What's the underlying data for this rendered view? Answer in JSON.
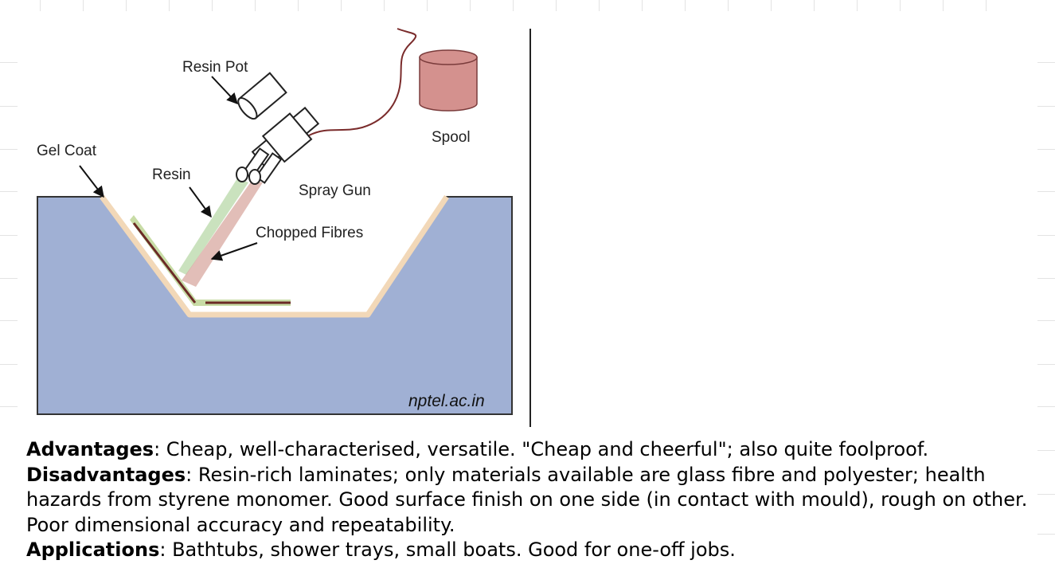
{
  "diagram": {
    "labels": {
      "resin_pot": "Resin Pot",
      "spool": "Spool",
      "gel_coat": "Gel Coat",
      "resin": "Resin",
      "spray_gun": "Spray Gun",
      "chopped_fibres": "Chopped Fibres"
    },
    "watermark": "nptel.ac.in",
    "colors": {
      "mould": "#a0b0d4",
      "gel_coat": "#f2d8b8",
      "resin_layer": "#c8dca6",
      "fibre": "#6b2b26",
      "spool": "#d4918e",
      "cable": "#7a2b2b",
      "resin_spray": "#b8d8a8",
      "fibre_spray": "#d8a8a0"
    }
  },
  "text": {
    "advantages": {
      "heading": "Advantages",
      "body": ": Cheap, well-characterised, versatile. \"Cheap and cheerful\"; also quite foolproof."
    },
    "disadvantages": {
      "heading": "Disadvantages",
      "body": ": Resin-rich laminates; only materials available are glass fibre and polyester; health hazards from styrene monomer. Good surface finish on one side (in contact with mould), rough on other. Poor dimensional accuracy and repeatability."
    },
    "applications": {
      "heading": "Applications",
      "body": ": Bathtubs, shower trays, small boats. Good for one-off jobs."
    }
  }
}
